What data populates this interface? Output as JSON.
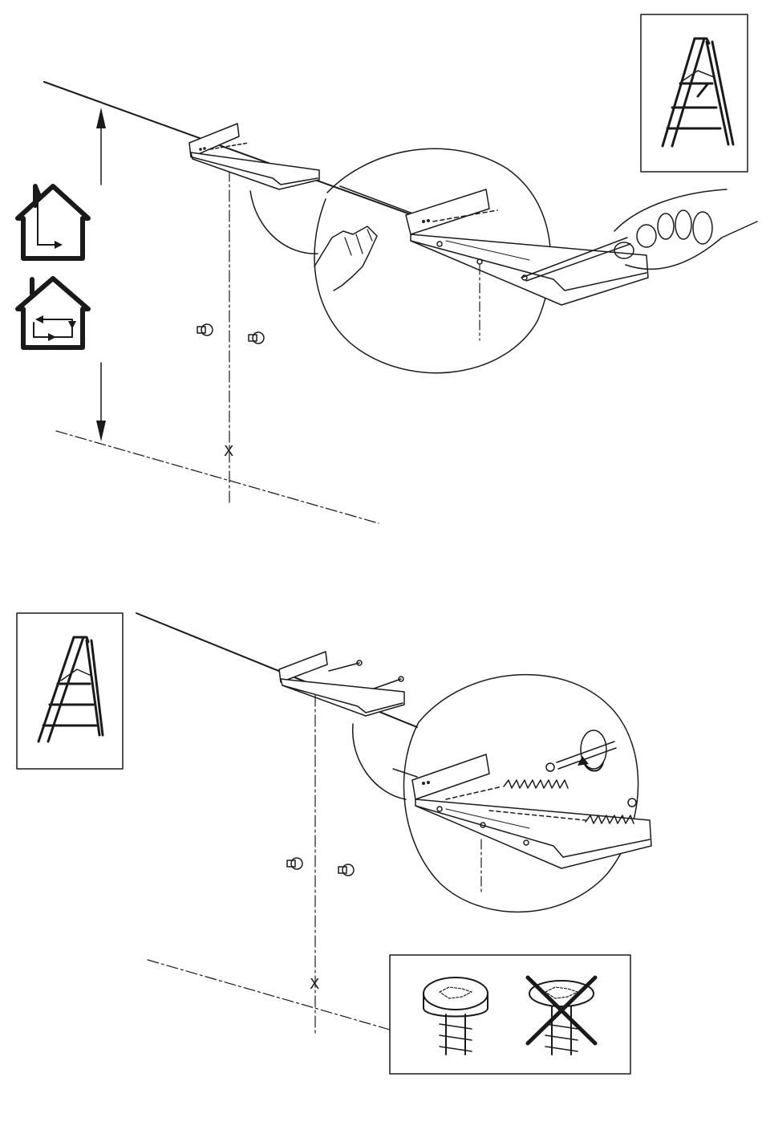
{
  "panels": [
    {
      "name": "panel-top",
      "ladder_hint": true,
      "mark": "X",
      "icons": [
        "house-level-icon",
        "house-rotation-icon"
      ]
    },
    {
      "name": "panel-bottom",
      "ladder_hint": true,
      "mark": "X",
      "icons": [
        "screw-head-compare-icon"
      ]
    }
  ],
  "colors": {
    "ink": "#1a1a1a",
    "background": "#ffffff"
  }
}
